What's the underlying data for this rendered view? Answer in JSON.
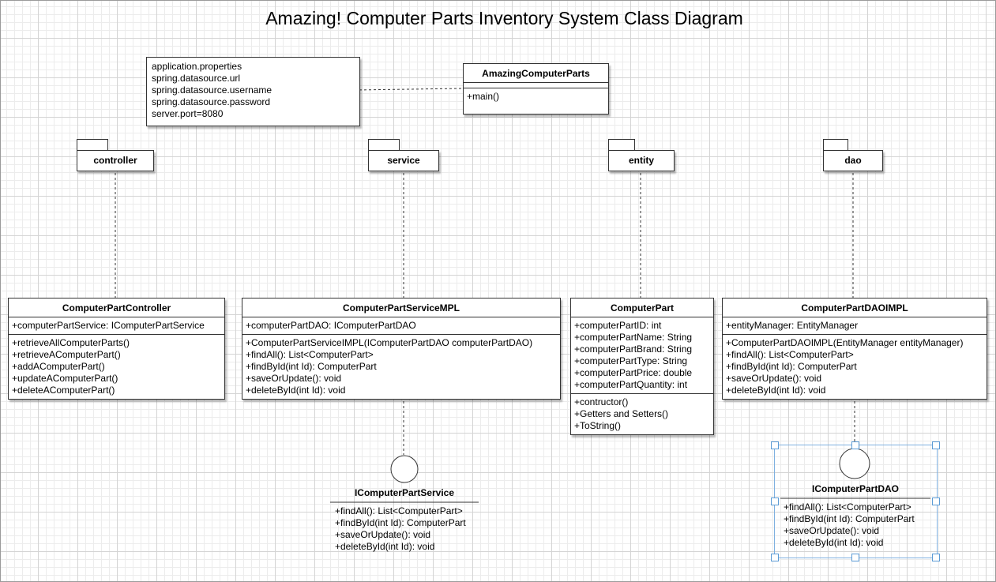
{
  "title": "Amazing! Computer Parts Inventory System Class Diagram",
  "properties_note": [
    "application.properties",
    "spring.datasource.url",
    "spring.datasource.username",
    "spring.datasource.password",
    "server.port=8080"
  ],
  "main_class": {
    "name": "AmazingComputerParts",
    "methods": [
      "+main()"
    ]
  },
  "packages": [
    "controller",
    "service",
    "entity",
    "dao"
  ],
  "controller_class": {
    "name": "ComputerPartController",
    "attributes": [
      "+computerPartService: IComputerPartService"
    ],
    "methods": [
      "+retrieveAllComputerParts()",
      "+retrieveAComputerPart()",
      "+addAComputerPart()",
      "+updateAComputerPart()",
      "+deleteAComputerPart()"
    ]
  },
  "service_class": {
    "name": "ComputerPartServiceMPL",
    "attributes": [
      "+computerPartDAO: IComputerPartDAO"
    ],
    "methods": [
      "+ComputerPartServiceIMPL(IComputerPartDAO computerPartDAO)",
      "+findAll(): List<ComputerPart>",
      "+findById(int Id): ComputerPart",
      "+saveOrUpdate(): void",
      "+deleteById(int Id): void"
    ]
  },
  "entity_class": {
    "name": "ComputerPart",
    "attributes": [
      "+computerPartID: int",
      "+computerPartName: String",
      "+computerPartBrand: String",
      "+computerPartType: String",
      "+computerPartPrice: double",
      "+computerPartQuantity: int"
    ],
    "methods": [
      "+contructor()",
      "+Getters and Setters()",
      "+ToString()"
    ]
  },
  "dao_class": {
    "name": "ComputerPartDAOIMPL",
    "attributes": [
      "+entityManager: EntityManager"
    ],
    "methods": [
      "+ComputerPartDAOIMPL(EntityManager entityManager)",
      "+findAll(): List<ComputerPart>",
      "+findById(int Id): ComputerPart",
      "+saveOrUpdate(): void",
      "+deleteById(int Id): void"
    ]
  },
  "service_interface": {
    "name": "IComputerPartService",
    "methods": [
      "+findAll(): List<ComputerPart>",
      "+findById(int Id): ComputerPart",
      "+saveOrUpdate(): void",
      "+deleteById(int Id): void"
    ]
  },
  "dao_interface": {
    "name": "IComputerPartDAO",
    "methods": [
      "+findAll(): List<ComputerPart>",
      "+findById(int Id): ComputerPart",
      "+saveOrUpdate(): void",
      "+deleteById(int Id): void"
    ]
  },
  "colors": {
    "grid": "#d4d4d4",
    "border": "#333333",
    "selection": "#5b9bd5"
  }
}
